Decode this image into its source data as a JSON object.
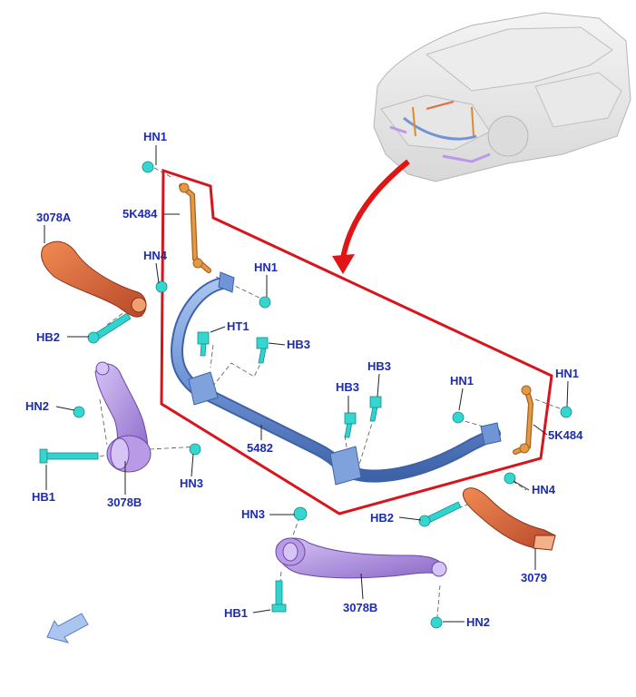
{
  "labels": {
    "hn1_top": "HN1",
    "5k484_left": "5K484",
    "3078a": "3078A",
    "hn4_left": "HN4",
    "hb2_left": "HB2",
    "hn1_mid": "HN1",
    "ht1": "HT1",
    "hb3_left": "HB3",
    "hn2_left": "HN2",
    "hb1_left": "HB1",
    "3078b_left": "3078B",
    "hn3_left": "HN3",
    "5482": "5482",
    "hb3_mid": "HB3",
    "hb3_right": "HB3",
    "hn1_right": "HN1",
    "hn1_far": "HN1",
    "5k484_right": "5K484",
    "hn4_right": "HN4",
    "hb2_right": "HB2",
    "hn3_bottom": "HN3",
    "3079": "3079",
    "3078b_bottom": "3078B",
    "hb1_bottom": "HB1",
    "hn2_bottom": "HN2"
  },
  "colors": {
    "label": "#1a2bb5",
    "outline": "#d8141c",
    "stabilizer_bar": "#6f95d6",
    "stabilizer_link": "#d98b2e",
    "arm_orange": "#e26a3c",
    "arm_purple": "#b99ae6",
    "fastener": "#2fd3cf",
    "direction_arrow": "#8fb3e8"
  },
  "icons": [
    "vehicle-illustration",
    "red-curved-arrow",
    "direction-arrow-icon"
  ]
}
